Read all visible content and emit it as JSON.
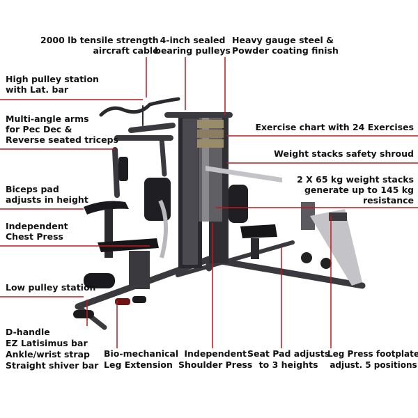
{
  "accent_color": "#c0161e",
  "callouts": {
    "cable": [
      "2000 lb tensile strength",
      "aircraft cable"
    ],
    "pulleys": [
      "4-inch sealed",
      "bearing pulleys"
    ],
    "steel": [
      "Heavy gauge steel &",
      "Powder coating finish"
    ],
    "high_pulley": [
      "High pulley station",
      "with Lat. bar"
    ],
    "multi_angle": [
      "Multi-angle arms",
      "for Pec Dec &",
      "Reverse seated triceps"
    ],
    "biceps": [
      "Biceps pad",
      "adjusts in height"
    ],
    "chest_press": [
      "Independent",
      "Chest Press"
    ],
    "low_pulley": [
      "Low pulley station"
    ],
    "accessories": [
      "D-handle",
      "EZ Latisimus bar",
      "Ankle/wrist strap",
      "Straight shiver bar"
    ],
    "leg_extension": [
      "Bio-mechanical",
      "Leg Extension"
    ],
    "shoulder_press": [
      "Independent",
      "Shoulder Press"
    ],
    "seat_pad": [
      "Seat Pad adjusts",
      "to 3 heights"
    ],
    "footplate": [
      "Leg Press footplate",
      "adjust. 5 positions"
    ],
    "exercise_chart": [
      "Exercise chart with 24 Exercises"
    ],
    "shroud": [
      "Weight stacks safety shroud"
    ],
    "weight_stacks": [
      "2 X 65 kg weight stacks",
      "generate up to 145 kg",
      "resistance"
    ]
  }
}
